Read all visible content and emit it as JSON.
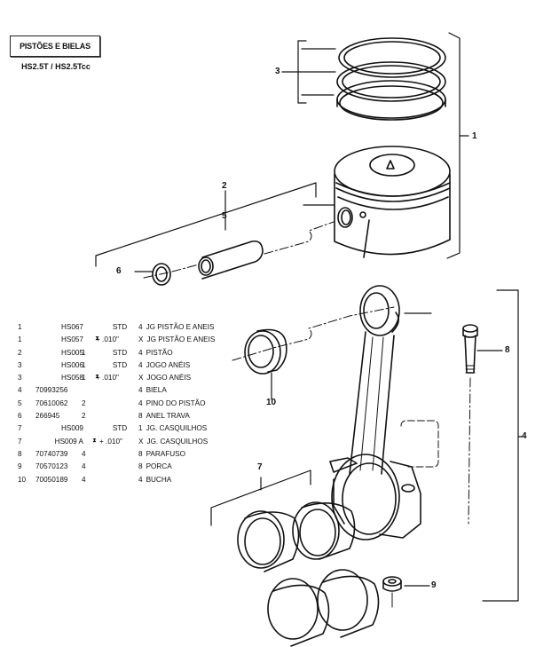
{
  "header": {
    "title": "PISTÕES E BIELAS",
    "subtitle": "HS2.5T / HS2.5Tcc"
  },
  "parts_list": [
    {
      "item": "1",
      "code": "HS067",
      "qty": "",
      "spec": "STD",
      "oversize": "",
      "qty_total": "4",
      "description": "JG PISTÃO E ANEIS"
    },
    {
      "item": "1",
      "code": "HS057",
      "qty": "",
      "spec": "",
      "oversize": "+ .010\"",
      "qty_total": "X",
      "description": "JG PISTÃO E ANEIS"
    },
    {
      "item": "2",
      "code": "HS005",
      "qty": "1",
      "spec": "STD",
      "oversize": "",
      "qty_total": "4",
      "description": "PISTÃO"
    },
    {
      "item": "3",
      "code": "HS006",
      "qty": "1",
      "spec": "STD",
      "oversize": "",
      "qty_total": "4",
      "description": "JOGO ANÉIS"
    },
    {
      "item": "3",
      "code": "HS058",
      "qty": "1",
      "spec": "",
      "oversize": "+ .010\"",
      "qty_total": "X",
      "description": "JOGO ANÉIS"
    },
    {
      "item": "4",
      "code": "70993256",
      "qty": "",
      "spec": "",
      "oversize": "",
      "qty_total": "4",
      "description": "BIELA"
    },
    {
      "item": "5",
      "code": "70610062",
      "qty": "2",
      "spec": "",
      "oversize": "",
      "qty_total": "4",
      "description": "PINO DO PISTÃO"
    },
    {
      "item": "6",
      "code": "266945",
      "qty": "2",
      "spec": "",
      "oversize": "",
      "qty_total": "8",
      "description": "ANEL TRAVA"
    },
    {
      "item": "7",
      "code": "HS009",
      "qty": "",
      "spec": "STD",
      "oversize": "",
      "qty_total": "1",
      "description": "JG. CASQUILHOS"
    },
    {
      "item": "7",
      "code": "HS009 A",
      "qty": "",
      "spec": "",
      "oversize": "+ .010\"",
      "qty_total": "X",
      "description": "JG. CASQUILHOS"
    },
    {
      "item": "8",
      "code": "70740739",
      "qty": "4",
      "spec": "",
      "oversize": "",
      "qty_total": "8",
      "description": "PARAFUSO"
    },
    {
      "item": "9",
      "code": "70570123",
      "qty": "4",
      "spec": "",
      "oversize": "",
      "qty_total": "8",
      "description": "PORCA"
    },
    {
      "item": "10",
      "code": "70050189",
      "qty": "4",
      "spec": "",
      "oversize": "",
      "qty_total": "4",
      "description": "BUCHA"
    }
  ],
  "oversize_icon": "hourglass-icon",
  "callouts": {
    "c1": "1",
    "c2": "2",
    "c3": "3",
    "c4": "4",
    "c5": "5",
    "c6": "6",
    "c7": "7",
    "c8": "8",
    "c9": "9",
    "c10": "10"
  },
  "colors": {
    "ink": "#111111",
    "paper": "#ffffff"
  }
}
